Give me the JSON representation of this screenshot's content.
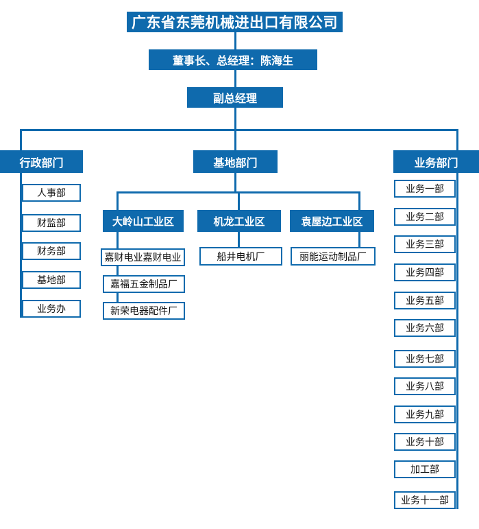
{
  "colors": {
    "primary": "#0f6aad",
    "node_text": "#111111",
    "header_text": "#ffffff"
  },
  "company": {
    "label": "广东省东莞机械进出口有限公司"
  },
  "chairman": {
    "label": "董事长、总经理：陈海生"
  },
  "deputy": {
    "label": "副总经理"
  },
  "branches": {
    "admin": {
      "label": "行政部门",
      "children": [
        "人事部",
        "财监部",
        "财务部",
        "基地部",
        "业务办"
      ]
    },
    "base": {
      "label": "基地部门",
      "zones": [
        {
          "label": "大岭山工业区",
          "children": [
            "嘉财电业嘉财电业",
            "嘉福五金制品厂",
            "新荣电器配件厂"
          ]
        },
        {
          "label": "机龙工业区",
          "children": [
            "船井电机厂"
          ]
        },
        {
          "label": "袁屋边工业区",
          "children": [
            "丽能运动制品厂"
          ]
        }
      ]
    },
    "business": {
      "label": "业务部门",
      "children": [
        "业务一部",
        "业务二部",
        "业务三部",
        "业务四部",
        "业务五部",
        "业务六部",
        "业务七部",
        "业务八部",
        "业务九部",
        "业务十部",
        "加工部",
        "业务十一部"
      ]
    }
  }
}
